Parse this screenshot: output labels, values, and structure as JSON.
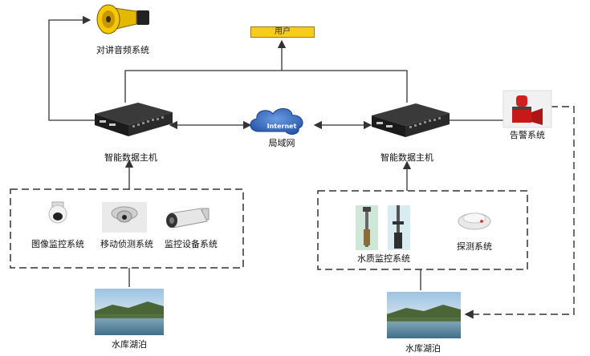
{
  "nodes": {
    "speaker_label": "对讲音频系统",
    "user_label": "用户",
    "internet_label": "Internet",
    "lan_label": "局域网",
    "host_left_label": "智能数据主机",
    "host_right_label": "智能数据主机",
    "alarm_label": "告警系统",
    "image_monitor_label": "图像监控系统",
    "motion_detect_label": "移动侦测系统",
    "monitor_device_label": "监控设备系统",
    "water_quality_label": "水质监控系统",
    "detect_label": "探测系统",
    "reservoir_left_label": "水库湖泊",
    "reservoir_right_label": "水库湖泊"
  },
  "colors": {
    "line": "#333333",
    "user_box": "#f7cc1e",
    "cloud": "#2a5fb3",
    "speaker": "#f5c800"
  }
}
